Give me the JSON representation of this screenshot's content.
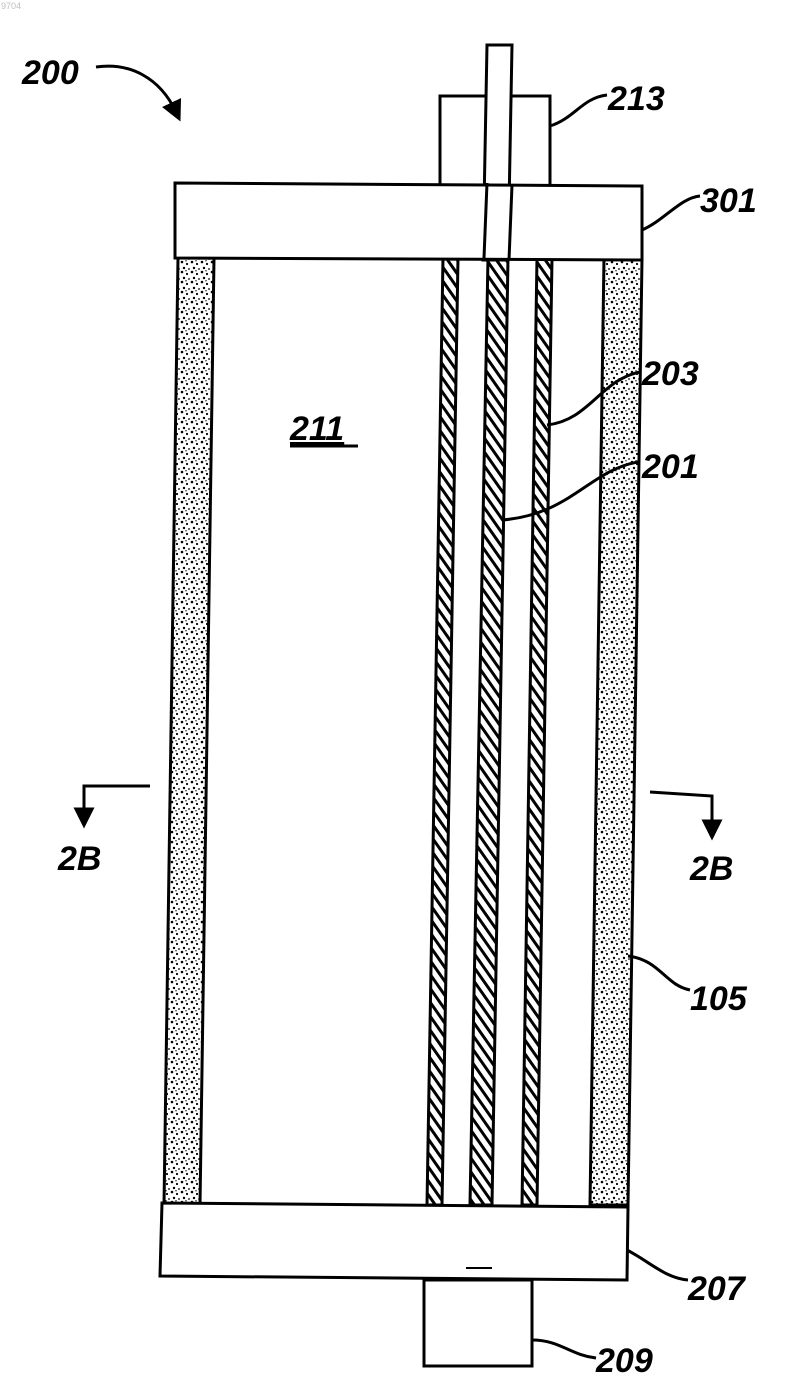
{
  "corner_id": "9704",
  "labels": {
    "assembly": "200",
    "upper_fitting": "213",
    "top_cap": "301",
    "outer_tube": "203",
    "center_rod": "201",
    "chamber": "211",
    "section_left": "2B",
    "section_right": "2B",
    "outer_wall": "105",
    "bottom_cap": "207",
    "lower_fitting": "209"
  }
}
